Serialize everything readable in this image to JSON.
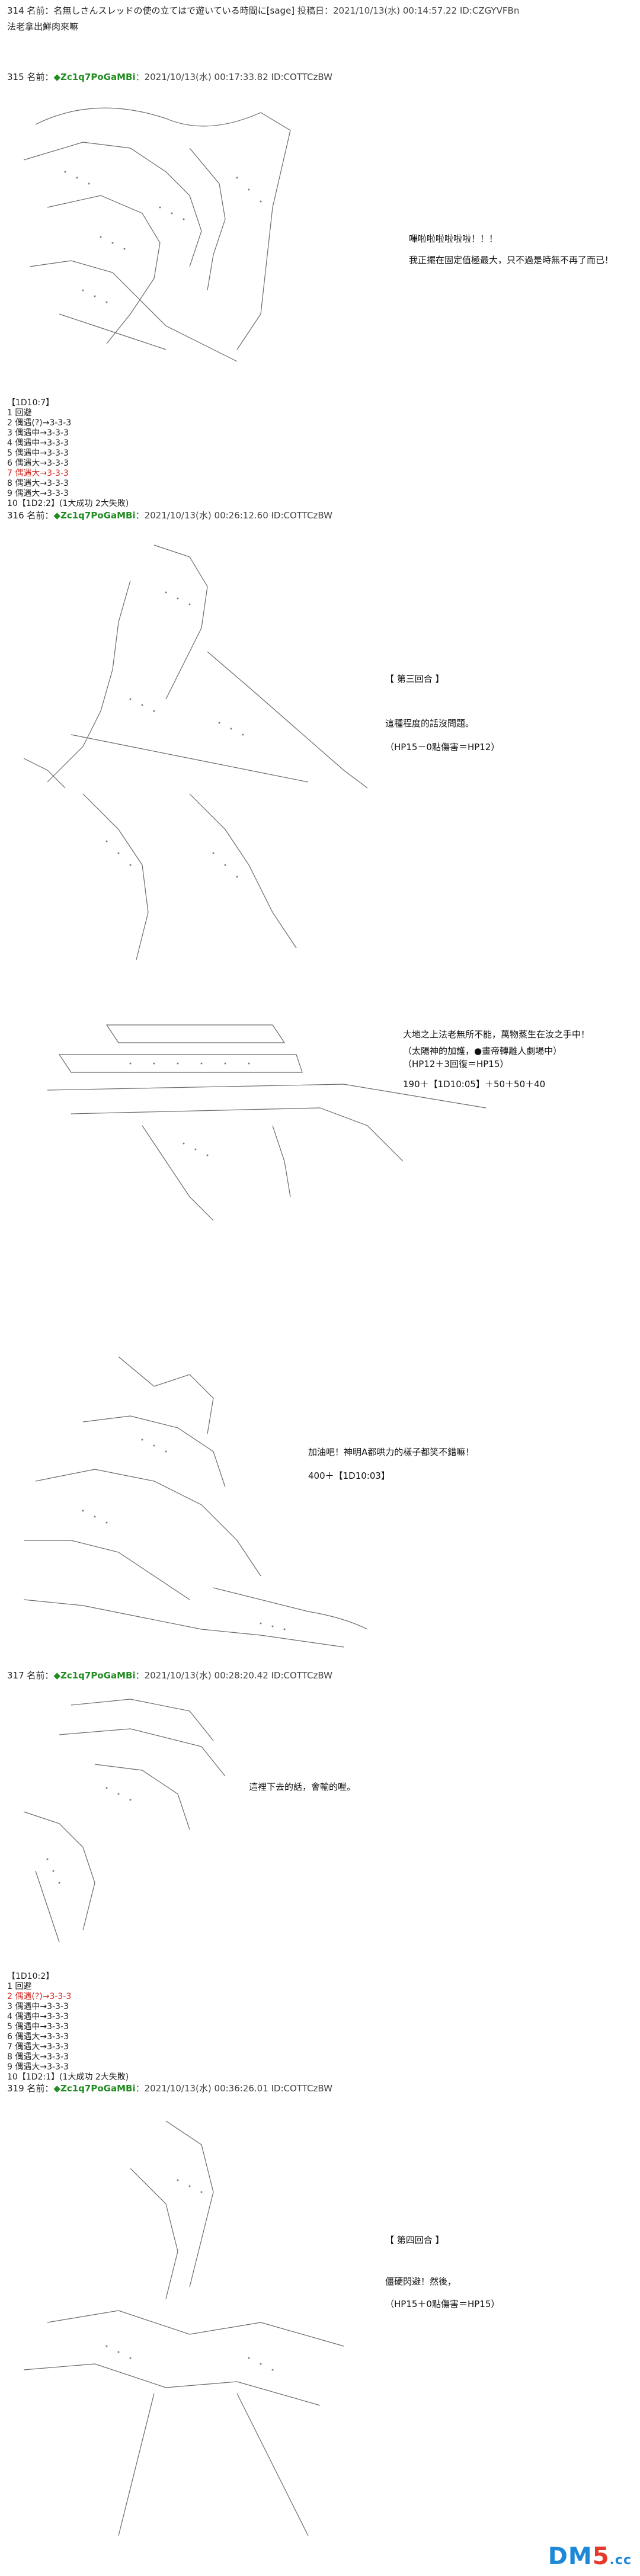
{
  "thread": {
    "header_num": "314",
    "header_name_label": "名前：",
    "header_text": "名無しさんスレッドの使の立てはで遊いている時間に[sage]",
    "header_date": "投稿日：2021/10/13(水) 00:14:57.22 ID:CZGYVFBn",
    "request": "法老拿出鮮肉來嘛"
  },
  "posts": [
    {
      "num": "315",
      "name_label": "名前：",
      "trip": "◆Zc1q7PoGaMBi",
      "date": "：2021/10/13(水) 00:17:33.82 ID:COTTCzBW",
      "dialogue": [
        "嗶啦啦啦啦啦啦！！！",
        "我正擺在固定值極最大，只不過是時無不再了而已！"
      ],
      "roll_title": "【1D10:7】",
      "rolls": [
        "1 回避",
        "2 偶遇(?)→3-3-3",
        "3 偶遇中→3-3-3",
        "4 偶遇中→3-3-3",
        "5 偶遇中→3-3-3",
        "6 偶遇大→3-3-3",
        "7 偶遇大→3-3-3",
        "8 偶遇大→3-3-3",
        "9 偶遇大→3-3-3",
        "10【1D2:2】(1大成功 2大失敗)"
      ],
      "red_roll_index": 6
    },
    {
      "num": "316",
      "name_label": "名前：",
      "trip": "◆Zc1q7PoGaMBi",
      "date": "：2021/10/13(水) 00:26:12.60 ID:COTTCzBW",
      "round_label": "【 第三回合 】",
      "dialogue": [
        "這種程度的話沒問題。",
        "（HP15－0點傷害＝HP12）"
      ],
      "dialogue2": [
        "大地之上法老無所不能，萬物蒸生在汝之手中！",
        "（太陽神的加護，●畫帝轉離人劇場中）",
        "（HP12＋3回復＝HP15）",
        "190＋【1D10:05】＋50＋50＋40"
      ],
      "dialogue3": [
        "加油吧！神明A都哄力的樣子都笑不錯嘛！",
        "400＋【1D10:03】"
      ]
    },
    {
      "num": "317",
      "name_label": "名前：",
      "trip": "◆Zc1q7PoGaMBi",
      "date": "：2021/10/13(水) 00:28:20.42 ID:COTTCzBW",
      "dialogue": [
        "這裡下去的話，會輸的喔。"
      ],
      "roll_title": "【1D10:2】",
      "rolls": [
        "1 回避",
        "2 偶遇(?)→3-3-3",
        "3 偶遇中→3-3-3",
        "4 偶遇中→3-3-3",
        "5 偶遇中→3-3-3",
        "6 偶遇大→3-3-3",
        "7 偶遇大→3-3-3",
        "8 偶遇大→3-3-3",
        "9 偶遇大→3-3-3",
        "10【1D2:1】(1大成功 2大失敗)"
      ],
      "red_roll_index": 1
    },
    {
      "num": "319",
      "name_label": "名前：",
      "trip": "◆Zc1q7PoGaMBi",
      "date": "：2021/10/13(水) 00:36:26.01 ID:COTTCzBW",
      "round_label": "【 第四回合 】",
      "dialogue": [
        "僵硬閃避！然後，",
        "（HP15＋0點傷害＝HP15）"
      ]
    }
  ],
  "watermark": {
    "dm": "DM",
    "five": "5",
    "cc": ".cc"
  },
  "colors": {
    "trip": "#228b22",
    "red_roll": "#d0261d",
    "watermark_blue": "#1e88d8",
    "watermark_red": "#e6392c"
  }
}
